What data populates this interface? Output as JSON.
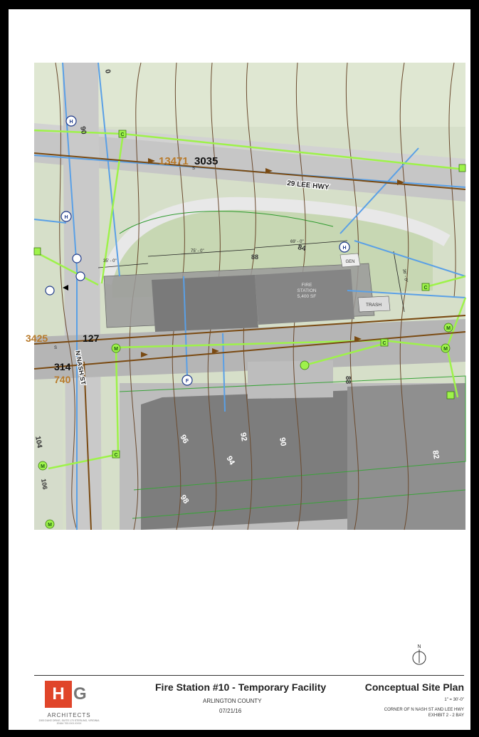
{
  "labels": {
    "street_lee_hwy": "29 LEE HWY",
    "street_nash": "N NASH ST",
    "building_name": "FIRE",
    "building_name2": "STATION",
    "building_area": "5,400 SF",
    "trash": "TRASH",
    "gen": "GEN",
    "dim_35": "35' - 0\"",
    "dim_75": "75' - 0\"",
    "dim_69": "69' - 0\"",
    "dim_36": "36' - 0\"",
    "addr_13471": "13471",
    "addr_3035": "3035",
    "addr_3425": "3425",
    "addr_127": "127",
    "addr_314": "314",
    "addr_740": "740",
    "contour_90a": "90",
    "contour_84": "84",
    "contour_88a": "88",
    "contour_88b": "88",
    "contour_96": "96",
    "contour_92": "92",
    "contour_90b": "90",
    "contour_94": "94",
    "contour_82": "82",
    "contour_98": "98",
    "contour_104": "104",
    "contour_106": "106",
    "contour_0": "0",
    "marker_H": "H",
    "marker_F": "F",
    "marker_C": "C",
    "marker_M": "M",
    "marker_S": "S"
  },
  "colors": {
    "sanitary": "#7a4a12",
    "water": "#5aa0e6",
    "storm": "#9ef24a",
    "contour": "#6b4a2e",
    "aerial_light": "#cfd9c1",
    "aerial_gray": "#bdbdbd",
    "building_gray": "#7f7f7f",
    "logo_red": "#e0452a"
  },
  "title_block": {
    "logo_letters_left": "H",
    "logo_letters_right": "G",
    "logo_firm": "ARCHITECTS",
    "logo_address": "2000 DUKE DRIVE, SUITE 170 STERLING, VIRGINIA 20164 703.XXX.XXXX",
    "project_title": "Fire Station #10 - Temporary Facility",
    "county": "ARLINGTON COUNTY",
    "date": "07/21/16",
    "sheet_title": "Conceptual Site Plan",
    "scale": "1\" = 30'-0\"",
    "location": "CORNER OF N NASH ST AND LEE HWY",
    "exhibit": "EXHIBIT 2 - 2 BAY",
    "north_label": "N"
  }
}
